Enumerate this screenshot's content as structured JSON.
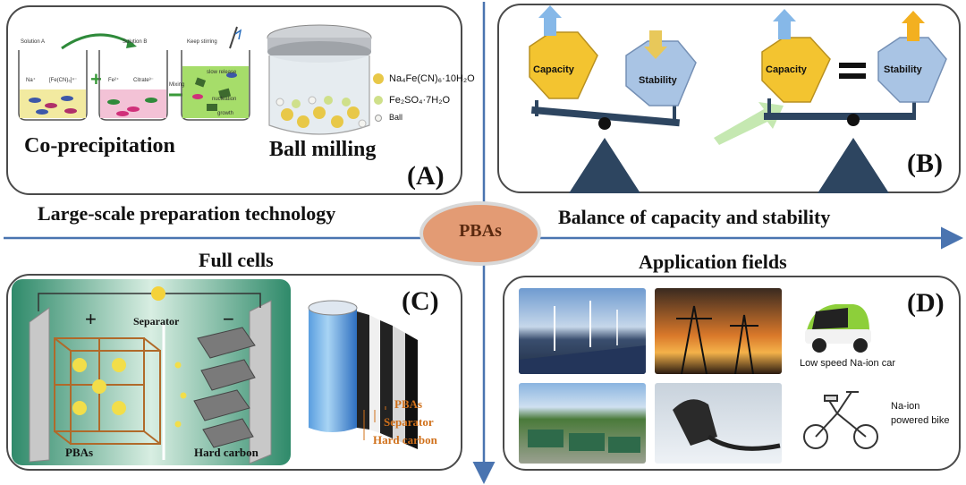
{
  "center_label": "PBAs",
  "sections": {
    "top_left": "Large-scale preparation technology",
    "top_right": "Balance of capacity and stability",
    "bottom_left": "Full cells",
    "bottom_right": "Application fields"
  },
  "panel_a": {
    "label": "(A)",
    "method1": "Co-precipitation",
    "method2": "Ball milling",
    "solution_a": "Solution A",
    "solution_b": "Solution B",
    "keep_stirring": "Keep stirring",
    "mixing": "Mixing",
    "na_plus": "Na⁺",
    "fecn": "[Fe(CN)₆]⁴⁻",
    "fe_plus": "Fe²⁺",
    "citrate": "Citrate³⁻",
    "slow_release": "slow release",
    "nucleation": "nucleation",
    "growth": "growth",
    "legend": [
      "Na₄Fe(CN)₆·10H₂O",
      "Fe₂SO₄·7H₂O",
      "Ball"
    ]
  },
  "panel_b": {
    "label": "(B)",
    "capacity": "Capacity",
    "stability": "Stability",
    "equals": "="
  },
  "panel_c": {
    "label": "(C)",
    "plus": "+",
    "minus": "−",
    "separator": "Separator",
    "cathode": "PBAs",
    "anode": "Hard carbon",
    "layer_labels": [
      "PBAs",
      "Separator",
      "Hard carbon"
    ]
  },
  "panel_d": {
    "label": "(D)",
    "car": "Low speed Na-ion car",
    "bike": "Na-ion powered bike"
  },
  "colors": {
    "arrow": "#4a74b0",
    "hex_yellow": "#f3c430",
    "hex_blue": "#a9c4e4",
    "center_fill": "#e39b74",
    "layer_text": "#d0701a"
  }
}
